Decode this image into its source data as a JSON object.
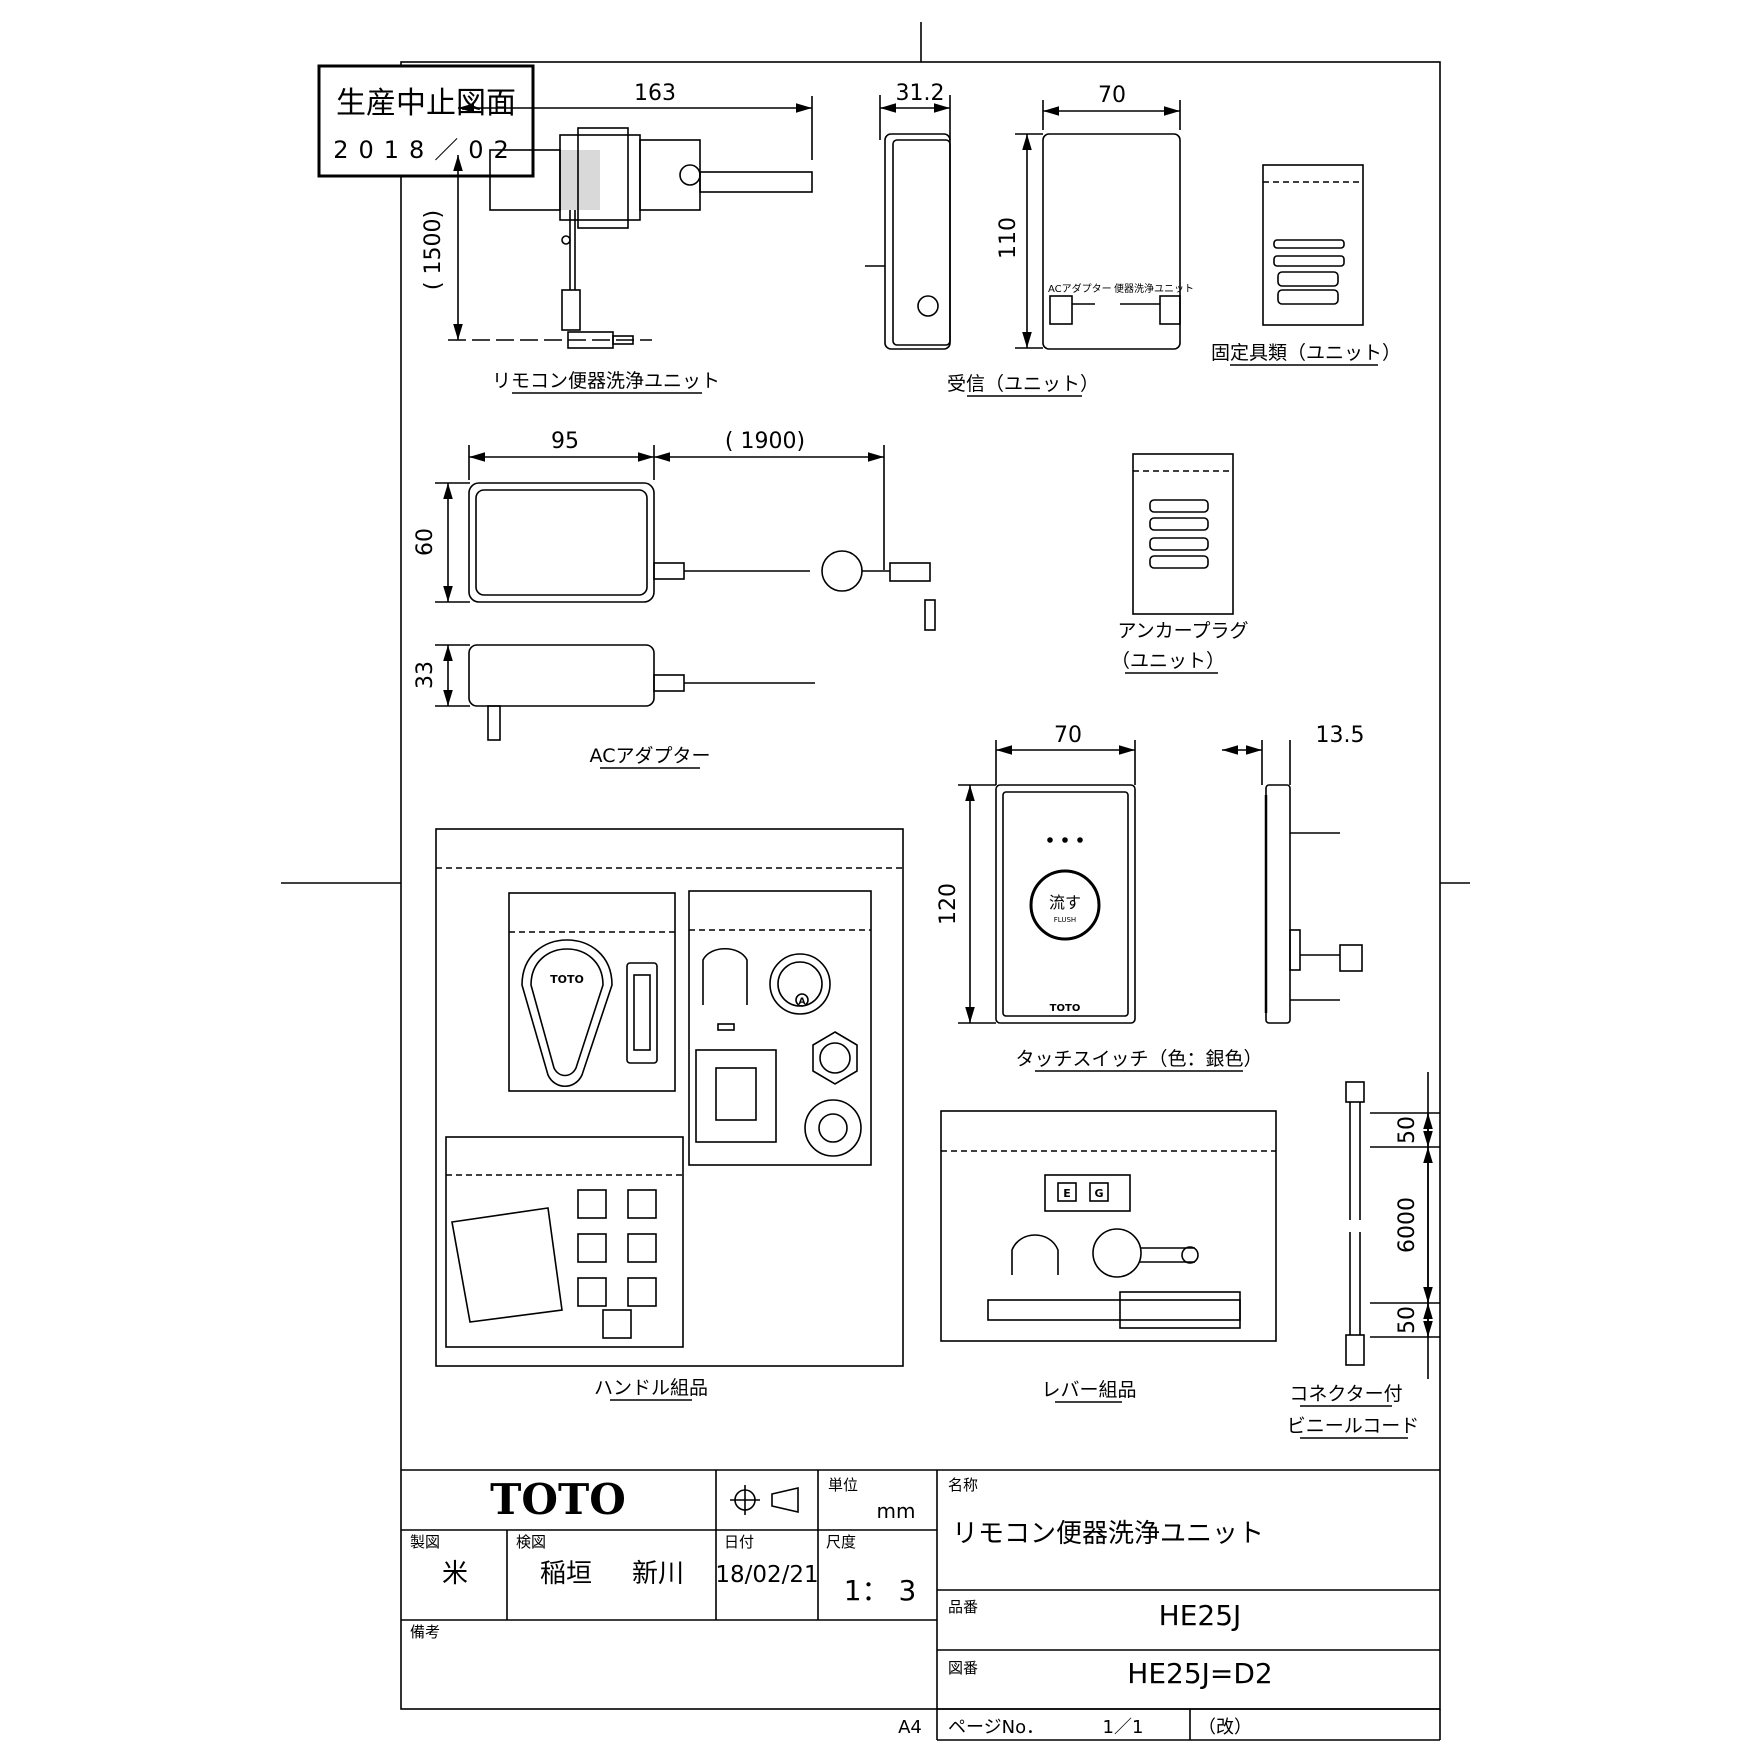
{
  "stamp": {
    "title": "生産中止図面",
    "date": "2018／02"
  },
  "dimensions": {
    "unit_length": "163",
    "unit_cord": "( 1500)",
    "receiver_depth": "31.2",
    "receiver_width": "70",
    "receiver_height": "110",
    "adapter_length": "95",
    "adapter_cord": "( 1900)",
    "adapter_height": "60",
    "adapter_thickness": "33",
    "switch_width": "70",
    "switch_depth": "13.5",
    "switch_height": "120",
    "cord_top": "50",
    "cord_mid": "6000",
    "cord_bottom": "50"
  },
  "labels": {
    "unit": "リモコン便器洗浄ユニット",
    "receiver": "受信（ユニット）",
    "fixings": "固定具類（ユニット）",
    "adapter": "ACアダプター",
    "anchor_line1": "アンカープラグ",
    "anchor_line2": "（ユニット）",
    "touch_switch": "タッチスイッチ（色：銀色）",
    "handle": "ハンドル組品",
    "lever": "レバー組品",
    "cord_line1": "コネクター付",
    "cord_line2": "ビニールコード",
    "receiver_ac": "ACアダプター",
    "receiver_unit": "便器洗浄ユニット",
    "switch_flush": "流す",
    "switch_flush_en": "FLUSH",
    "switch_brand": "TOTO",
    "handle_brand": "TOTO",
    "lever_e": "E",
    "lever_g": "G",
    "knob_a": "A"
  },
  "title_block": {
    "brand": "TOTO",
    "unit_label": "単位",
    "unit_value": "mm",
    "name_label": "名称",
    "name_value": "リモコン便器洗浄ユニット",
    "drawn_label": "製図",
    "drawn_value": "米",
    "checked_label": "検図",
    "checked_value1": "稲垣",
    "checked_value2": "新川",
    "date_label": "日付",
    "date_value": "18/02/21",
    "scale_label": "尺度",
    "scale_value": "1： 3",
    "part_label": "品番",
    "part_value": "HE25J",
    "remarks_label": "備考",
    "drawing_label": "図番",
    "drawing_value": "HE25J=D2",
    "paper": "A4",
    "page_label": "ページNo．",
    "page_value": "1／1",
    "revision": "（改）"
  }
}
